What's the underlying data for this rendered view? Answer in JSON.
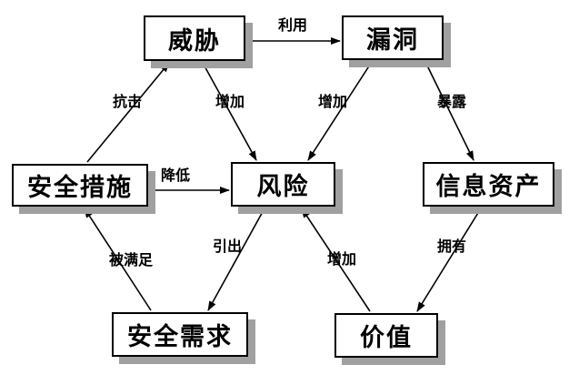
{
  "diagram": {
    "nodes": {
      "threat": {
        "label": "威胁"
      },
      "vulnerability": {
        "label": "漏洞"
      },
      "security_measures": {
        "label": "安全措施"
      },
      "risk": {
        "label": "风险"
      },
      "info_assets": {
        "label": "信息资产"
      },
      "security_requirements": {
        "label": "安全需求"
      },
      "value": {
        "label": "价值"
      }
    },
    "edges": {
      "exploit": {
        "label": "利用",
        "from": "threat",
        "to": "vulnerability"
      },
      "resist": {
        "label": "抗击",
        "from": "security_measures",
        "to": "threat"
      },
      "increase_by_threat": {
        "label": "增加",
        "from": "threat",
        "to": "risk"
      },
      "increase_by_vulnerability": {
        "label": "增加",
        "from": "vulnerability",
        "to": "risk"
      },
      "expose": {
        "label": "暴露",
        "from": "vulnerability",
        "to": "info_assets"
      },
      "reduce": {
        "label": "降低",
        "from": "security_measures",
        "to": "risk"
      },
      "satisfied_by": {
        "label": "被满足",
        "from": "security_requirements",
        "to": "security_measures"
      },
      "derive": {
        "label": "引出",
        "from": "risk",
        "to": "security_requirements"
      },
      "increase_by_value": {
        "label": "增加",
        "from": "value",
        "to": "risk"
      },
      "own": {
        "label": "拥有",
        "from": "info_assets",
        "to": "value"
      }
    },
    "colors": {
      "background": "#ffffff",
      "box_fill": "#ffffff",
      "box_border": "#000000",
      "box_shadow": "#a0a0a0",
      "line": "#000000",
      "text": "#000000"
    }
  }
}
